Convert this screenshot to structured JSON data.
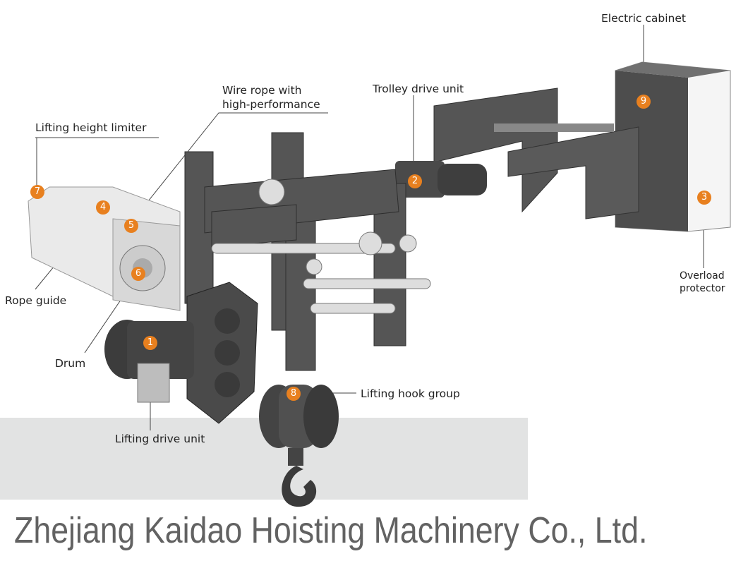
{
  "labels": {
    "electric_cabinet": "Electric cabinet",
    "trolley_drive_unit": "Trolley drive unit",
    "wire_rope_line1": "Wire rope with",
    "wire_rope_line2": "high-performance",
    "lifting_height_limiter": "Lifting height limiter",
    "rope_guide": "Rope guide",
    "drum": "Drum",
    "lifting_drive_unit": "Lifting drive unit",
    "lifting_hook_group": "Lifting hook group",
    "overload_line1": "Overload",
    "overload_line2": "protector"
  },
  "markers": [
    "1",
    "2",
    "3",
    "4",
    "5",
    "6",
    "7",
    "8",
    "9"
  ],
  "watermark": "Zhejiang Kaidao Hoisting Machinery Co., Ltd.",
  "colors": {
    "marker": "#e8801f",
    "steel": "#5a5a5a",
    "band": "#e2e3e3"
  }
}
